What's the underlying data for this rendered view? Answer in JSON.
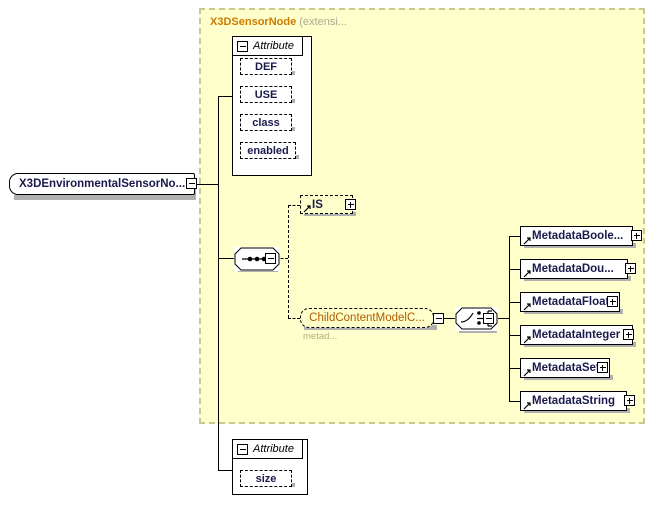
{
  "diagram": {
    "type": "xsd-schema-diagram",
    "root": {
      "label": "X3DEnvironmentalSensorNo...",
      "toggle": "minus"
    },
    "extension": {
      "title": "X3DSensorNode",
      "subtitle": "(extensi...",
      "background_color": "#FFFFCC",
      "border_color": "#C8C890",
      "title_color": "#CC7A00"
    },
    "attribute_panel_top": {
      "header": "Attribute",
      "toggle": "minus",
      "items": [
        {
          "name": "DEF"
        },
        {
          "name": "USE"
        },
        {
          "name": "class"
        },
        {
          "name": "enabled"
        }
      ]
    },
    "attribute_panel_bottom": {
      "header": "Attribute",
      "toggle": "minus",
      "items": [
        {
          "name": "size"
        }
      ]
    },
    "sequence_compositor": {
      "kind": "sequence",
      "toggle": "minus"
    },
    "choice_compositor": {
      "kind": "choice",
      "toggle": "minus"
    },
    "optional_element": {
      "label": "IS",
      "toggle": "plus",
      "optional": true
    },
    "group_reference": {
      "label": "ChildContentModelC...",
      "caption": "metad...",
      "toggle": "minus"
    },
    "metadata_elements": [
      {
        "label": "MetadataBoole...",
        "toggle": "plus"
      },
      {
        "label": "MetadataDou...",
        "toggle": "plus"
      },
      {
        "label": "MetadataFloat",
        "toggle": "plus"
      },
      {
        "label": "MetadataInteger",
        "toggle": "plus"
      },
      {
        "label": "MetadataSet",
        "toggle": "plus"
      },
      {
        "label": "MetadataString",
        "toggle": "plus"
      }
    ]
  }
}
